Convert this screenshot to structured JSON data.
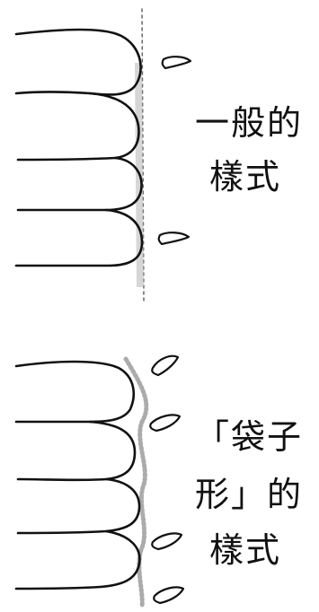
{
  "labels": {
    "general_line1": "一般的",
    "general_line2": "樣式",
    "bag_line1": "「袋子",
    "bag_line2": "形」的",
    "bag_line3": "樣式"
  },
  "colors": {
    "ink": "#111111",
    "stipple": "#555555",
    "background": "#ffffff"
  }
}
